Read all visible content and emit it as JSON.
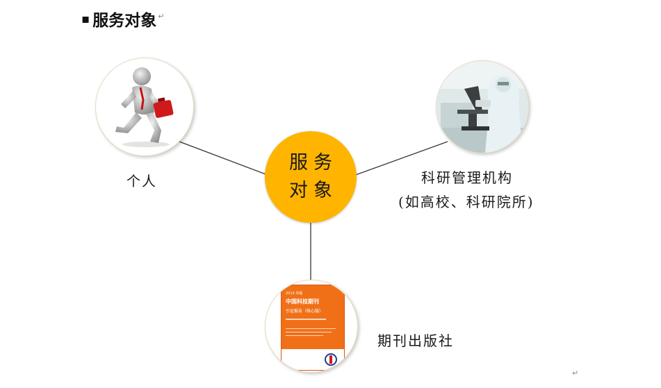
{
  "heading": {
    "bullet": "▪",
    "title": "服务对象",
    "para_mark": "↵"
  },
  "center": {
    "line1": "服务",
    "line2": "对象"
  },
  "nodes": {
    "person": {
      "label": "个人"
    },
    "lab": {
      "label_line1": "科研管理机构",
      "label_line2": "(如高校、科研院所)"
    },
    "journal": {
      "label": "期刊出版社"
    }
  },
  "journal_cover": {
    "year": "2014 年版",
    "title": "中国科技期刊",
    "subtitle": "引证报告（核心版）"
  },
  "end_mark": "↵",
  "colors": {
    "center_fill": "#ffb400",
    "connector": "#333333",
    "journal_cover": "#f07018"
  }
}
